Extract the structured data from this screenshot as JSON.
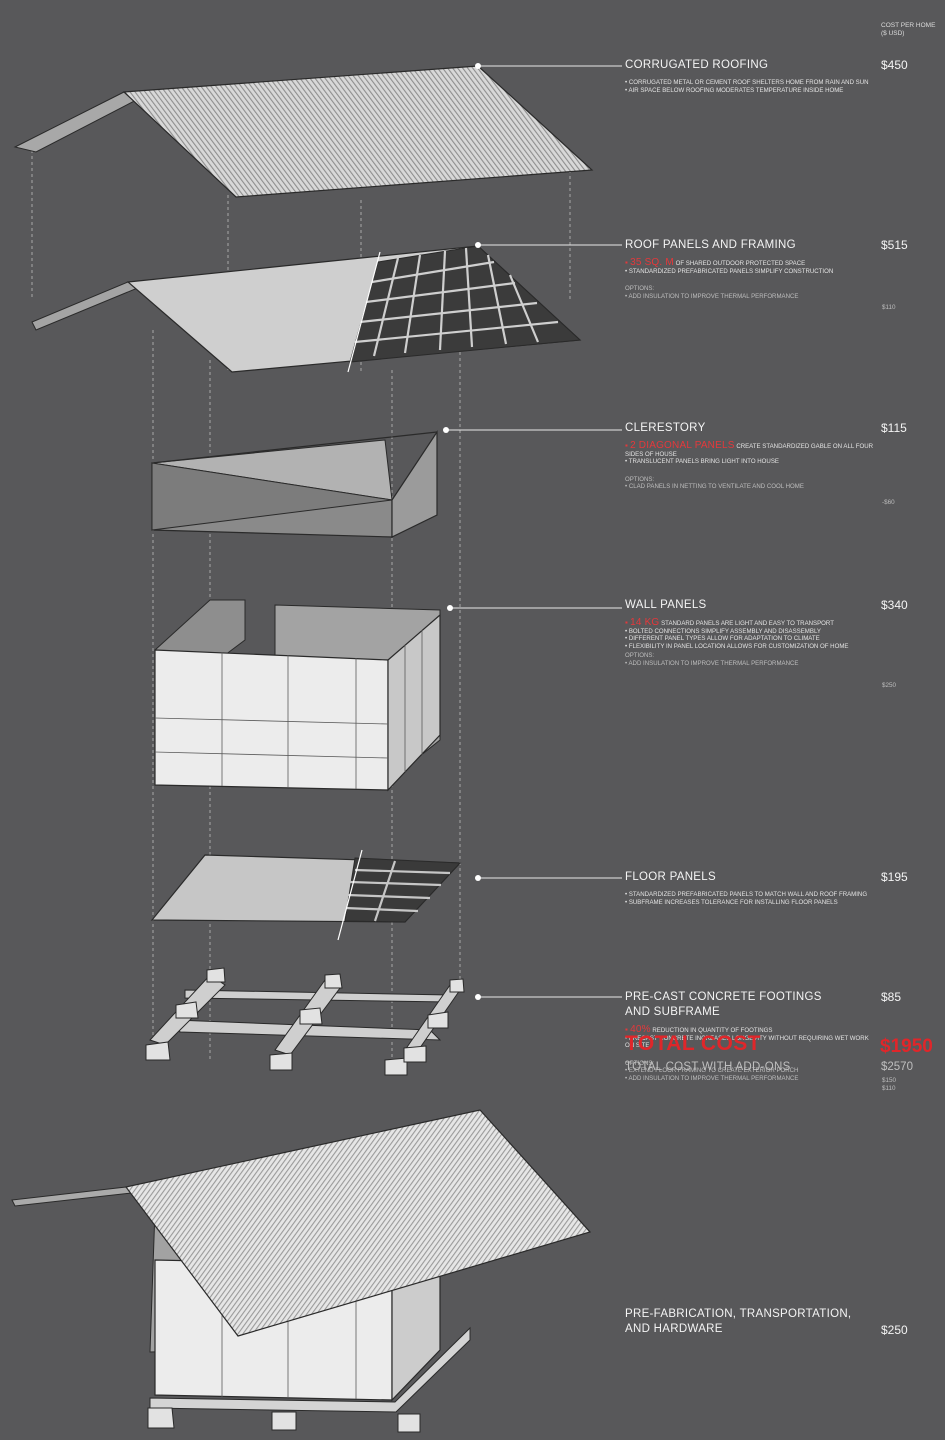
{
  "header": {
    "line1": "COST PER HOME",
    "line2": "($ USD)"
  },
  "components": [
    {
      "title": "CORRUGATED ROOFING",
      "price": "$450",
      "bullets": [
        "• CORRUGATED METAL OR CEMENT  ROOF SHELTERS HOME FROM RAIN AND SUN",
        "• AIR SPACE BELOW ROOFING MODERATES TEMPERATURE INSIDE HOME"
      ]
    },
    {
      "title": "ROOF PANELS AND FRAMING",
      "price": "$515",
      "highlight": "35 SQ. M",
      "highlight_rest": " OF SHARED OUTDOOR PROTECTED SPACE",
      "bullets": [
        "• STANDARDIZED PREFABRICATED PANELS SIMPLIFY CONSTRUCTION"
      ],
      "options_heading": "OPTIONS:",
      "options": [
        "• ADD INSULATION TO IMPROVE THERMAL PERFORMANCE"
      ],
      "option_prices": [
        "$110"
      ]
    },
    {
      "title": "CLERESTORY",
      "price": "$115",
      "highlight": "2 DIAGONAL PANELS",
      "highlight_rest": " CREATE STANDARDIZED GABLE ON ALL FOUR SIDES OF HOUSE",
      "bullets": [
        "• TRANSLUCENT PANELS BRING LIGHT INTO HOUSE"
      ],
      "options_heading": "OPTIONS:",
      "options": [
        "• CLAD PANELS IN NETTING TO VENTILATE AND COOL HOME"
      ],
      "option_prices": [
        "-$60"
      ]
    },
    {
      "title": "WALL PANELS",
      "price": "$340",
      "highlight": "14 KG",
      "highlight_rest": " STANDARD PANELS ARE LIGHT AND EASY TO TRANSPORT",
      "bullets": [
        "• BOLTED CONNECTIONS SIMPLIFY ASSEMBLY AND DISASSEMBLY",
        "• DIFFERENT PANEL TYPES ALLOW FOR ADAPTATION TO CLIMATE",
        "• FLEXIBILITY IN PANEL LOCATION ALLOWS FOR CUSTOMIZATION OF HOME"
      ],
      "options_heading": "OPTIONS:",
      "options": [
        "• ADD INSULATION TO IMPROVE THERMAL PERFORMANCE"
      ],
      "option_prices": [
        "$250"
      ]
    },
    {
      "title": "FLOOR PANELS",
      "price": "$195",
      "bullets": [
        "• STANDARDIZED PREFABRICATED PANELS TO MATCH WALL AND ROOF FRAMING",
        "• SUBFRAME INCREASES TOLERANCE FOR INSTALLING FLOOR PANELS"
      ]
    },
    {
      "title": "PRE-CAST CONCRETE FOOTINGS AND SUBFRAME",
      "price": "$85",
      "highlight": "40%",
      "highlight_rest": " REDUCTION IN QUANTITY OF FOOTINGS",
      "bullets": [
        "• PRECAST CONCRETE INCREASES LONGEVITY WITHOUT REQUIRING WET WORK ON SITE"
      ],
      "options_heading": "OPTIONS:",
      "options": [
        "• EXTEND FLOOR FRAMING TO CREATE EXTERIOR PORCH",
        "• ADD INSULATION TO IMPROVE THERMAL PERFORMANCE"
      ],
      "option_prices": [
        "$150",
        "$110"
      ]
    }
  ],
  "prefab": {
    "title": "PRE-FABRICATION, TRANSPORTATION, AND HARDWARE",
    "price": "$250"
  },
  "totals": {
    "total_label": "TOTAL COST",
    "total_price": "$1950",
    "addons_label": "TOTAL COST WITH ADD-ONS",
    "addons_price": "$2570"
  },
  "colors": {
    "background": "#58585a",
    "accent": "#e0262a",
    "component_fill": "#d9d9d9"
  }
}
